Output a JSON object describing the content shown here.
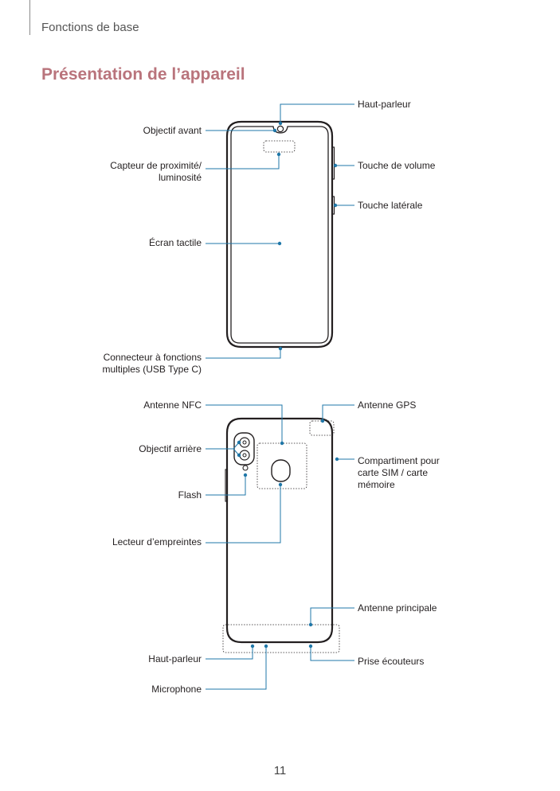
{
  "header": {
    "section": "Fonctions de base"
  },
  "heading": "Présentation de l’appareil",
  "page_number": "11",
  "colors": {
    "heading": "#b9747c",
    "callout": "#1f77a8",
    "device": "#231f20"
  },
  "front": {
    "labels": {
      "speaker": "Haut-parleur",
      "front_camera": "Objectif avant",
      "sensor": [
        "Capteur de proximité/",
        "luminosité"
      ],
      "volume_key": "Touche de volume",
      "side_key": "Touche latérale",
      "touchscreen": "Écran tactile",
      "usb": [
        "Connecteur à fonctions",
        "multiples (USB Type C)"
      ]
    }
  },
  "back": {
    "labels": {
      "nfc": "Antenne NFC",
      "gps": "Antenne GPS",
      "rear_camera": "Objectif arrière",
      "sim_tray": [
        "Compartiment pour",
        "carte SIM / carte",
        "mémoire"
      ],
      "flash": "Flash",
      "fingerprint": "Lecteur d’empreintes",
      "main_antenna": "Antenne principale",
      "speaker": "Haut-parleur",
      "earphone_jack": "Prise écouteurs",
      "microphone": "Microphone"
    }
  }
}
